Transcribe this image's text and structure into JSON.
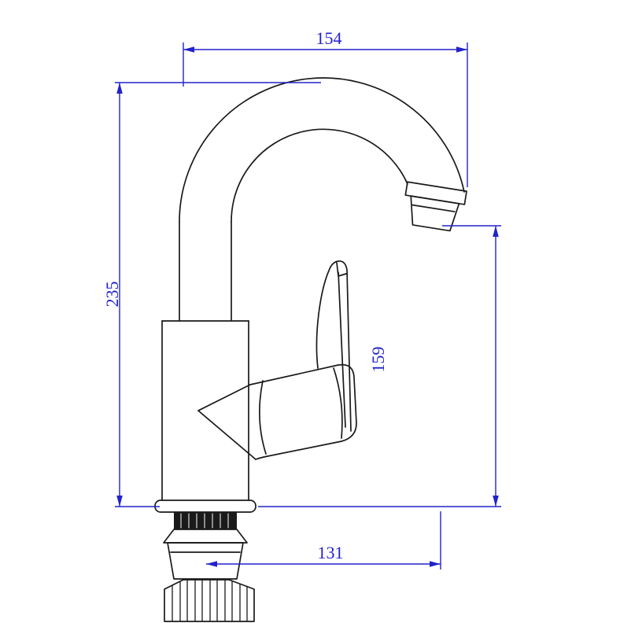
{
  "page": {
    "background": "#ffffff"
  },
  "drawing": {
    "subject": "single-handle gooseneck faucet side elevation",
    "colors": {
      "line": "#1a1a1a",
      "dimension": "#2222cc",
      "background": "#ffffff"
    },
    "dimensions": {
      "overall_width": {
        "value": "154",
        "orientation": "horizontal",
        "position": "top"
      },
      "overall_height": {
        "value": "235",
        "orientation": "vertical",
        "position": "left"
      },
      "spout_height": {
        "value": "159",
        "orientation": "vertical",
        "position": "right"
      },
      "spout_reach": {
        "value": "131",
        "orientation": "horizontal",
        "position": "bottom"
      }
    }
  }
}
